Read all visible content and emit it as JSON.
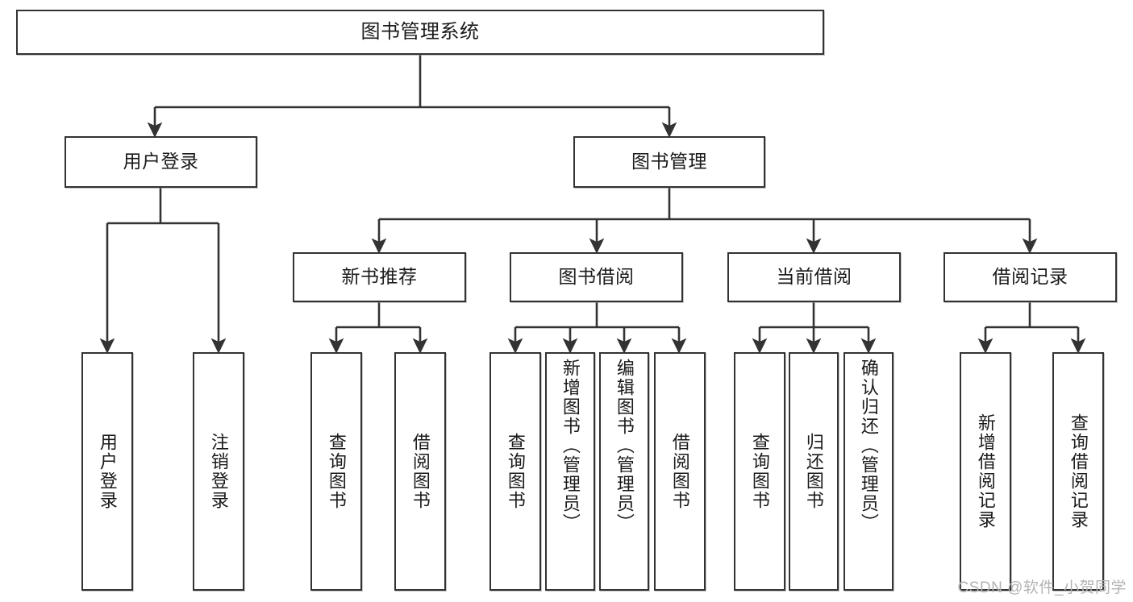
{
  "diagram": {
    "title": "图书管理系统",
    "type": "hierarchy-tree",
    "watermark": "CSDN @软件_小贺同学",
    "stroke_color": "#333333",
    "background_color": "#ffffff",
    "text_color": "#1a1a1a",
    "watermark_color": "#b3b3b3",
    "levels": [
      {
        "level": 1,
        "nodes": [
          {
            "id": "root",
            "label": "图书管理系统",
            "orientation": "horizontal"
          }
        ]
      },
      {
        "level": 2,
        "nodes": [
          {
            "id": "user-login",
            "label": "用户登录",
            "orientation": "horizontal",
            "parent": "root"
          },
          {
            "id": "book-manage",
            "label": "图书管理",
            "orientation": "horizontal",
            "parent": "root"
          }
        ]
      },
      {
        "level": 3,
        "nodes": [
          {
            "id": "new-book-recommend",
            "label": "新书推荐",
            "orientation": "horizontal",
            "parent": "book-manage"
          },
          {
            "id": "book-borrow",
            "label": "图书借阅",
            "orientation": "horizontal",
            "parent": "book-manage"
          },
          {
            "id": "current-borrow",
            "label": "当前借阅",
            "orientation": "horizontal",
            "parent": "book-manage"
          },
          {
            "id": "borrow-record",
            "label": "借阅记录",
            "orientation": "horizontal",
            "parent": "book-manage"
          }
        ]
      },
      {
        "level": 4,
        "nodes": [
          {
            "id": "leaf-user-login",
            "label": "用户登录",
            "orientation": "vertical",
            "parent": "user-login"
          },
          {
            "id": "leaf-logout-login",
            "label": "注销登录",
            "orientation": "vertical",
            "parent": "user-login"
          },
          {
            "id": "leaf-query-book-1",
            "label": "查询图书",
            "orientation": "vertical",
            "parent": "new-book-recommend"
          },
          {
            "id": "leaf-borrow-book-1",
            "label": "借阅图书",
            "orientation": "vertical",
            "parent": "new-book-recommend"
          },
          {
            "id": "leaf-query-book-2",
            "label": "查询图书",
            "orientation": "vertical",
            "parent": "book-borrow"
          },
          {
            "id": "leaf-add-book",
            "label": "新增图书（管理员）",
            "orientation": "vertical",
            "parent": "book-borrow"
          },
          {
            "id": "leaf-edit-book",
            "label": "编辑图书（管理员）",
            "orientation": "vertical",
            "parent": "book-borrow"
          },
          {
            "id": "leaf-borrow-book-2",
            "label": "借阅图书",
            "orientation": "vertical",
            "parent": "book-borrow"
          },
          {
            "id": "leaf-query-book-3",
            "label": "查询图书",
            "orientation": "vertical",
            "parent": "current-borrow"
          },
          {
            "id": "leaf-return-book",
            "label": "归还图书",
            "orientation": "vertical",
            "parent": "current-borrow"
          },
          {
            "id": "leaf-confirm-return",
            "label": "确认归还（管理员）",
            "orientation": "vertical",
            "parent": "current-borrow"
          },
          {
            "id": "leaf-add-record",
            "label": "新增借阅记录",
            "orientation": "vertical",
            "parent": "borrow-record"
          },
          {
            "id": "leaf-query-record",
            "label": "查询借阅记录",
            "orientation": "vertical",
            "parent": "borrow-record"
          }
        ]
      }
    ]
  }
}
